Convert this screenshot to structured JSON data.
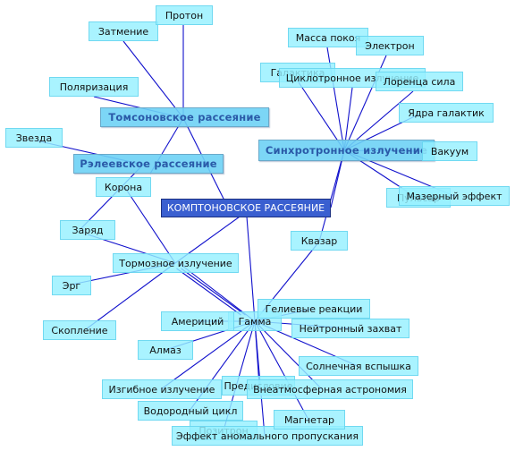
{
  "center": "КОМПТОНОВСКОЕ РАССЕЯНИЕ",
  "hubs": {
    "thomson": "Томсоновское рассеяние",
    "rayleigh": "Рэлеевское рассеяние",
    "synchrotron": "Синхротронное излучение",
    "bremsstrahlung": "Тормозное излучение",
    "gamma": "Гамма"
  },
  "leaves": {
    "eclipse": "Затмение",
    "proton": "Протон",
    "polarization": "Поляризация",
    "star": "Звезда",
    "corona": "Корона",
    "charge": "Заряд",
    "erg": "Эрг",
    "cluster": "Скопление",
    "americium": "Америций",
    "diamond": "Алмаз",
    "bending": "Изгибное излучение",
    "hydrogen_cycle": "Водородный цикл",
    "positron": "Позитрон",
    "anomalous_transmission": "Эффект аномального пропускания",
    "magnetar": "Магнетар",
    "precession": "Предисловие",
    "extra_atm": "Внеатмосферная астрономия",
    "solar_flare": "Солнечная вспышка",
    "neutron_capture": "Нейтронный захват",
    "helium_reactions": "Гелиевые реакции",
    "quasar": "Квазар",
    "rest_mass": "Масса покоя",
    "electron": "Электрон",
    "galaxy": "Галактика",
    "cyclotron": "Циклотронное излучение",
    "lorentz": "Лоренца сила",
    "galactic_nuclei": "Ядра галактик",
    "vacuum": "Вакуум",
    "pulsar": "Пульсар",
    "maser": "Мазерный эффект"
  },
  "colors": {
    "edge": "#1010cc",
    "leaf_fill": "#96f0ff",
    "hub_fill": "#6ed2f5",
    "hub_text": "#2a5aa8",
    "center_fill": "#3a5fd0"
  }
}
